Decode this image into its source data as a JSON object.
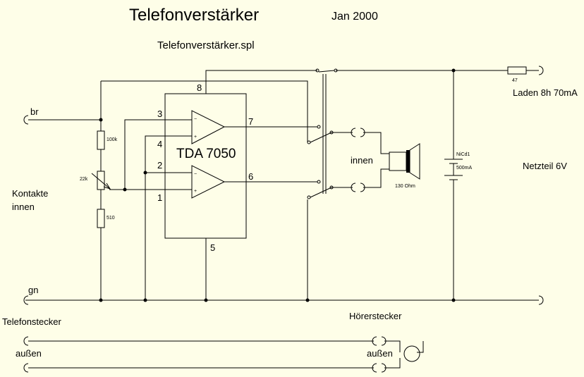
{
  "header": {
    "title": "Telefonverstärker",
    "date": "Jan 2000",
    "filename": "Telefonverstärker.spl"
  },
  "ic": {
    "name": "TDA 7050",
    "pins": {
      "p8": "8",
      "p3": "3",
      "p4": "4",
      "p7": "7",
      "p2": "2",
      "p1": "1",
      "p6": "6",
      "p5": "5"
    },
    "opamp_signs": {
      "minus": "−",
      "plus": "+"
    }
  },
  "components": {
    "r1": "100k",
    "pot": "22k",
    "r2": "510",
    "r_charge": "47",
    "battery": [
      "NiCd1",
      "500mA"
    ],
    "speaker": "130 Ohm"
  },
  "labels": {
    "br": "br",
    "gn": "gn",
    "kontakte": [
      "Kontakte",
      "innen"
    ],
    "innen": "innen",
    "laden": "Laden 8h 70mA",
    "netzteil": "Netzteil 6V",
    "telefonstecker": "Telefonstecker",
    "hoererstecker": "Hörerstecker",
    "aussen_left": "außen",
    "aussen_right": "außen"
  }
}
